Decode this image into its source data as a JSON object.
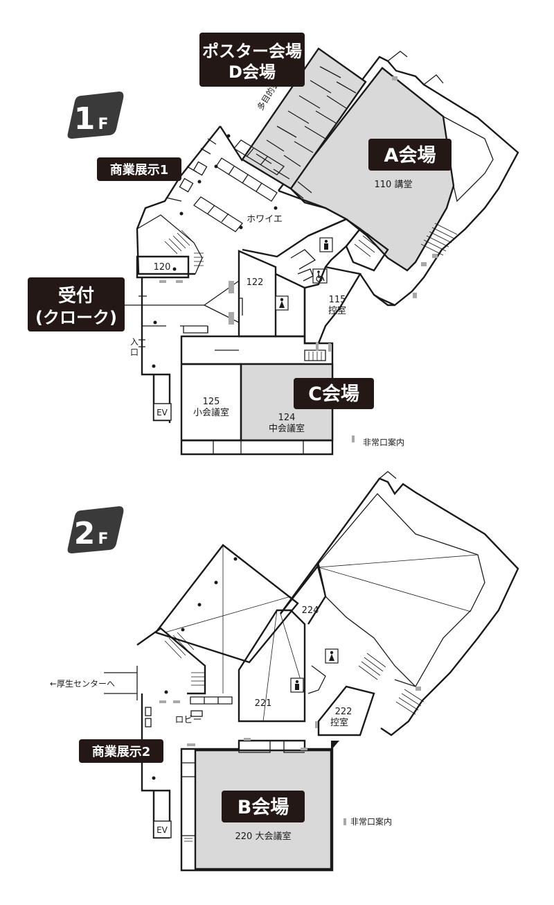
{
  "floor1": {
    "badge": {
      "number": "1",
      "suffix": "F"
    },
    "tags": {
      "poster_line1": "ポスター会場",
      "poster_line2": "D会場",
      "shogyo1": "商業展示1",
      "hall_a": "A会場",
      "uketsuke_line1": "受付",
      "uketsuke_line2": "(クローク)",
      "hall_c": "C会場"
    },
    "labels": {
      "tamokuteki": "多目的会議室",
      "room110": "110 講堂",
      "foyer": "ホワイエ",
      "room120": "120",
      "room122": "122",
      "room115_num": "115",
      "room115_name": "控室",
      "entrance_1": "入",
      "entrance_2": "口",
      "room125_num": "125",
      "room125_name": "小会議室",
      "room124_num": "124",
      "room124_name": "中会議室",
      "ev": "EV",
      "exit_legend": "非常口案内"
    }
  },
  "floor2": {
    "badge": {
      "number": "2",
      "suffix": "F"
    },
    "tags": {
      "shogyo2": "商業展示2",
      "hall_b": "B会場"
    },
    "labels": {
      "room224": "224",
      "koseiarrow": "←厚生センターへ",
      "room221": "221",
      "lobby": "ロビー",
      "room222_num": "222",
      "room222_name": "控室",
      "room220": "220 大会議室",
      "ev": "EV",
      "exit_legend": "非常口案内"
    }
  },
  "colors": {
    "tag_background": "#231815",
    "hall_fill": "#d9d9d9",
    "badge_fill": "#3a3a3a",
    "exit_marker": "#a8a8a8"
  },
  "icons": [
    "male-restroom-icon",
    "female-restroom-icon",
    "wheelchair-icon",
    "stairs-icon"
  ]
}
